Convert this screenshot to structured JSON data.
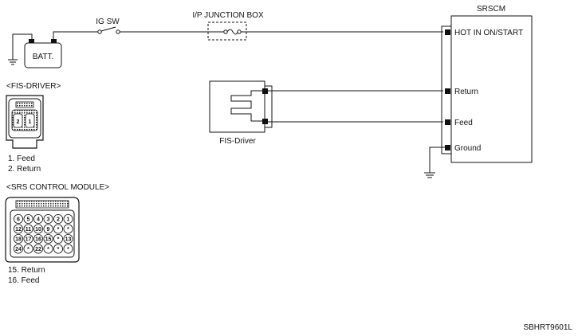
{
  "labels": {
    "ig_sw": "IG SW",
    "junction_box": "I/P JUNCTION BOX",
    "srscm": "SRSCM",
    "battery": "BATT.",
    "fis_driver_header": "<FIS-DRIVER>",
    "fis_driver": "FIS-Driver",
    "srs_module_header": "<SRS CONTROL MODULE>",
    "code": "SBHRT9601L"
  },
  "srscm_pins": [
    "HOT IN ON/START",
    "Return",
    "Feed",
    "Ground"
  ],
  "fis_connector": {
    "pins": [
      "2",
      "1"
    ],
    "legend": [
      "1. Feed",
      "2. Return"
    ]
  },
  "srs_connector": {
    "rows": [
      [
        "6",
        "5",
        "4",
        "3",
        "2",
        "1"
      ],
      [
        "12",
        "11",
        "10",
        "9",
        "*",
        "*"
      ],
      [
        "18",
        "17",
        "16",
        "15",
        "*",
        "13"
      ],
      [
        "24",
        "*",
        "22",
        "*",
        "*",
        "*"
      ]
    ],
    "legend": [
      "15. Return",
      "16. Feed"
    ]
  }
}
